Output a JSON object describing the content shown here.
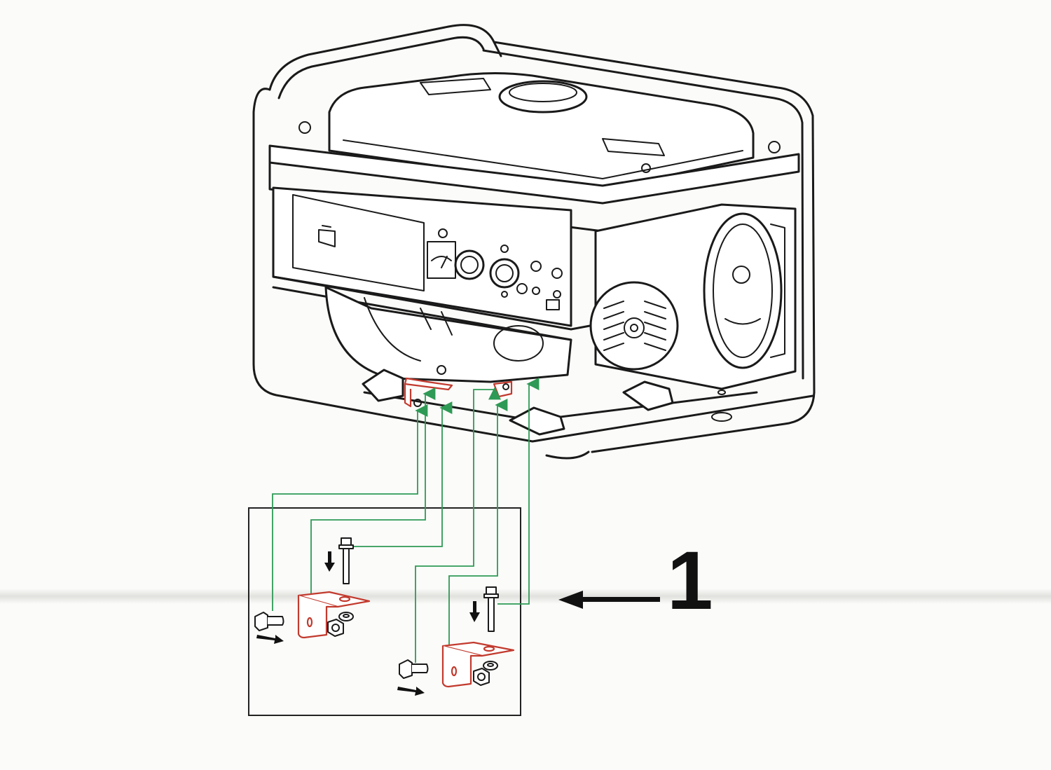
{
  "step": {
    "number": "1"
  },
  "colors": {
    "outline": "#1a1a1a",
    "bracket": "#c23a2e",
    "guide": "#2e9a55",
    "background": "#fbfbf9"
  },
  "parts": {
    "generator": "generator-unit",
    "brackets": [
      "mounting-bracket-left",
      "mounting-bracket-right"
    ],
    "fasteners": [
      "horizontal-bolt",
      "vertical-bolt",
      "flange-nut",
      "washer"
    ]
  }
}
